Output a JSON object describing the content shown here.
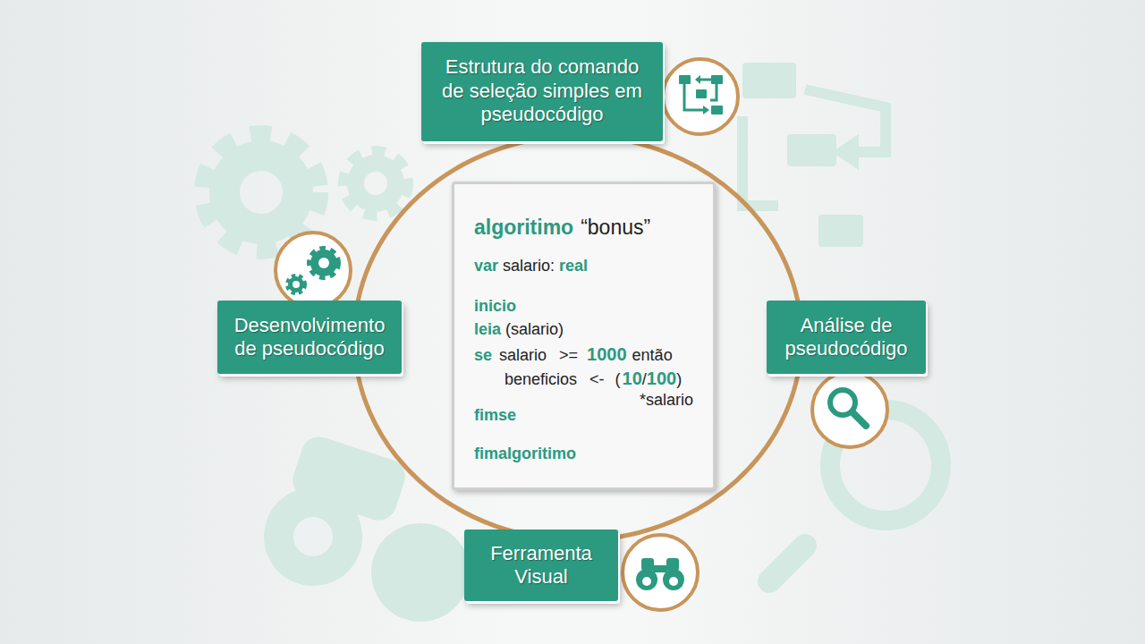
{
  "diagram": {
    "nodes": [
      {
        "text": [
          "Estrutura do comando de seleção simples em pseudocódigo"
        ]
      },
      {
        "text": [
          "Desenvolvimento de pseudocódigo"
        ]
      },
      {
        "text": [
          "algoritimo",
          "“bonus”",
          "var",
          "salario:",
          "real",
          "inicio",
          "leia",
          "(salario)",
          "se",
          "salario",
          ">=",
          "1000",
          "então",
          "beneficios",
          "<-",
          "(",
          "10",
          "/",
          "100",
          ")",
          "*salario",
          "fimse",
          "fimalgoritimo"
        ]
      },
      {
        "text": [
          "Análise de pseudocódigo"
        ]
      },
      {
        "text": [
          "Ferramenta Visual"
        ]
      }
    ]
  }
}
